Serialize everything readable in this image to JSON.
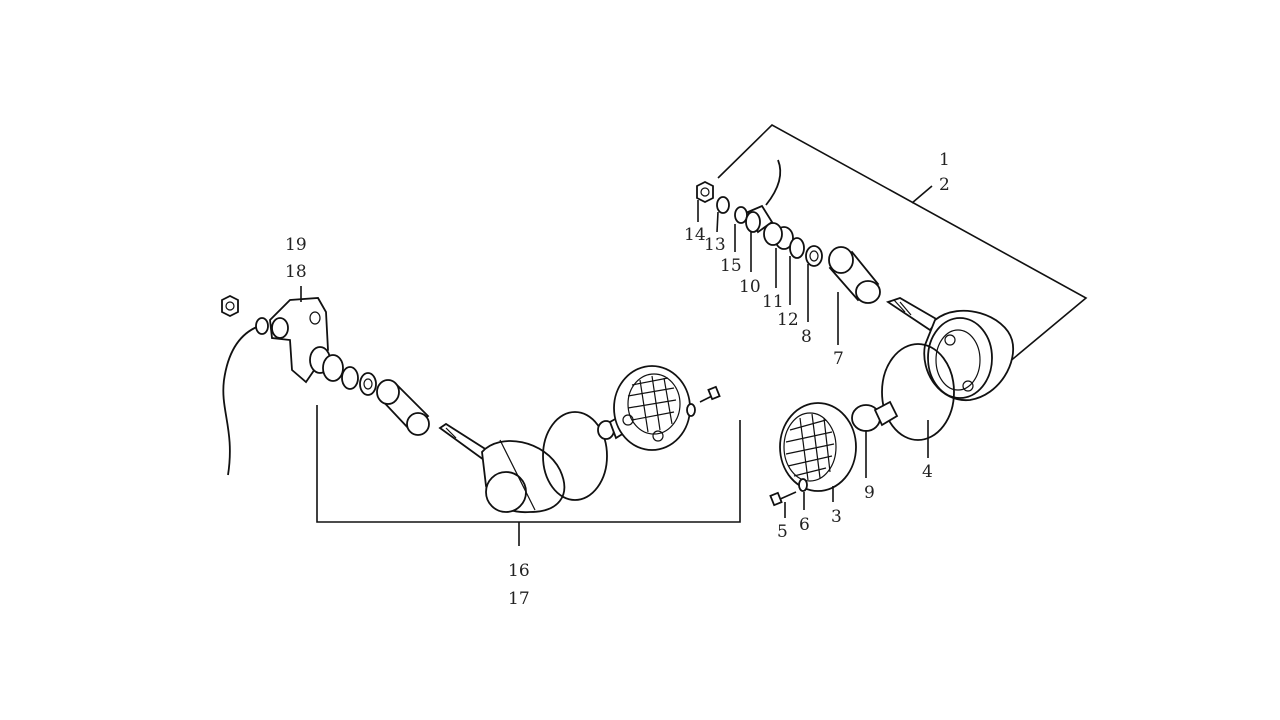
{
  "diagram": {
    "colors": {
      "ink": "#111111",
      "background": "#ffffff"
    },
    "callouts": {
      "c1": "1",
      "c2": "2",
      "c3": "3",
      "c4": "4",
      "c5": "5",
      "c6": "6",
      "c7": "7",
      "c8": "8",
      "c9": "9",
      "c10": "10",
      "c11": "11",
      "c12": "12",
      "c13": "13",
      "c14": "14",
      "c15": "15",
      "c16": "16",
      "c17": "17",
      "c18": "18",
      "c19": "19"
    }
  }
}
